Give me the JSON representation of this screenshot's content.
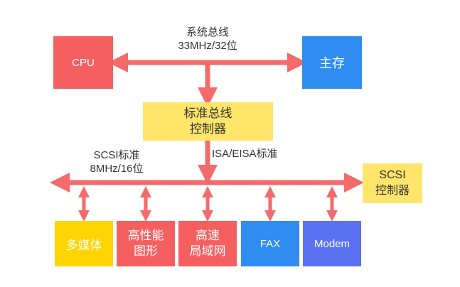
{
  "colors": {
    "arrow": "#F46B6B",
    "cpu": "#F55F5F",
    "memory": "#2F8CF0",
    "controller": "#FFE569",
    "multimedia": "#FFD400",
    "graphics": "#F55F5F",
    "network": "#F55F5F",
    "fax": "#2F8CF0",
    "modem": "#5A72F2"
  },
  "bus": {
    "system": "系统总线\n33MHz/32位",
    "isa": "ISA/EISA标准",
    "scsi": "SCSI标准\n8MHz/16位"
  },
  "boxes": {
    "cpu": "CPU",
    "memory": "主存",
    "std_controller": "标准总线\n控制器",
    "scsi_controller": "SCSI\n控制器",
    "multimedia": "多媒体",
    "graphics": "高性能\n图形",
    "network": "高速\n局域网",
    "fax": "FAX",
    "modem": "Modem"
  }
}
